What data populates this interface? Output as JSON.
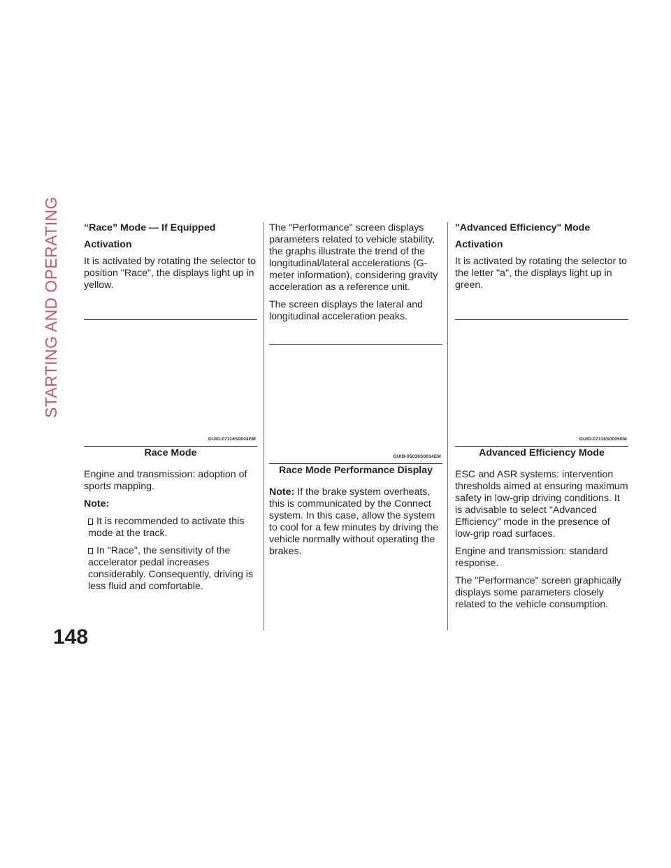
{
  "side_title": "STARTING AND OPERATING",
  "page_number": "148",
  "col1": {
    "heading": "“Race” Mode — If Equipped",
    "subheading": "Activation",
    "intro": "It is activated by rotating the selector to position \"Race\", the displays light up in yellow.",
    "figure_id": "GUID-07116S0004EM",
    "caption": "Race Mode",
    "engine": "Engine and transmission: adoption of sports mapping.",
    "note_label": "Note:",
    "bullets": [
      "It is recommended to activate this mode at the track.",
      "In \"Race\", the sensitivity of the accelerator pedal increases considerably. Consequently, driving is less fluid and comfortable."
    ]
  },
  "col2": {
    "p1": "The \"Performance\" screen displays parameters related to vehicle stability, the graphs illustrate the trend of the longitudinal/lateral accelerations (G-meter information), considering gravity acceleration as a reference unit.",
    "p2": "The screen displays the lateral and longitudinal acceleration peaks.",
    "figure_id": "GUID-05036S0014EM",
    "caption": "Race Mode Performance Display",
    "note_label": "Note:",
    "note_text": "If the brake system overheats, this is communicated by the Connect system. In this case, allow the system to cool for a few minutes by driving the vehicle normally without operating the brakes."
  },
  "col3": {
    "heading": "\"Advanced Efficiency\" Mode",
    "subheading": "Activation",
    "intro": "It is activated by rotating the selector to the letter \"a\", the displays light up in green.",
    "figure_id": "GUID-07116S0005EM",
    "caption": "Advanced Efficiency Mode",
    "p1": "ESC and ASR systems: intervention thresholds aimed at ensuring maximum safety in low-grip driving conditions. It is advisable to select \"Advanced Efficiency\" mode in the presence of low-grip road surfaces.",
    "p2": "Engine and transmission: standard response.",
    "p3": "The \"Performance\" screen graphically displays some parameters closely related to the vehicle consumption."
  }
}
